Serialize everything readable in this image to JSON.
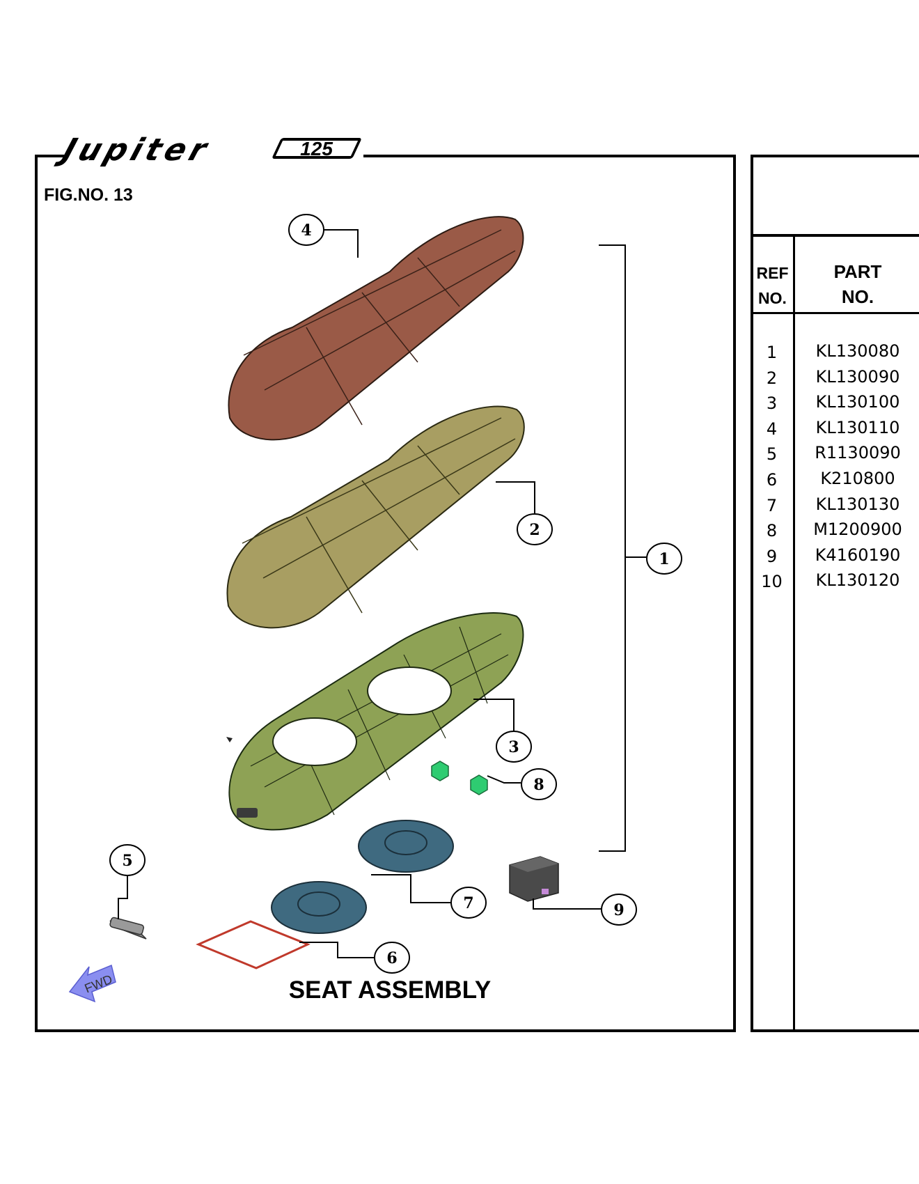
{
  "header": {
    "logo_text": "Jupiter",
    "logo_badge": "125",
    "fig_label": "FIG.NO. 13"
  },
  "diagram": {
    "caption": "SEAT ASSEMBLY",
    "fwd_label": "FWD",
    "callouts": [
      "1",
      "2",
      "3",
      "4",
      "5",
      "6",
      "7",
      "8",
      "9"
    ],
    "colors": {
      "seat_cover": "#9a5a47",
      "seat_foam": "#a89e62",
      "seat_base": "#8ea255",
      "bump_pad": "#3f6a80",
      "nut": "#2ecc71",
      "gasket": "#c0392b",
      "fwd_arrow": "#8a8ef0"
    }
  },
  "table": {
    "headers": {
      "ref_line1": "REF",
      "ref_line2": "NO.",
      "part_line1": "PART",
      "part_line2": "NO."
    },
    "rows": [
      {
        "ref": "1",
        "part": "KL130080"
      },
      {
        "ref": "2",
        "part": "KL130090"
      },
      {
        "ref": "3",
        "part": "KL130100"
      },
      {
        "ref": "4",
        "part": "KL130110"
      },
      {
        "ref": "5",
        "part": "R1130090"
      },
      {
        "ref": "6",
        "part": "K210800"
      },
      {
        "ref": "7",
        "part": "KL130130"
      },
      {
        "ref": "8",
        "part": "M1200900"
      },
      {
        "ref": "9",
        "part": "K4160190"
      },
      {
        "ref": "10",
        "part": "KL130120"
      }
    ]
  }
}
